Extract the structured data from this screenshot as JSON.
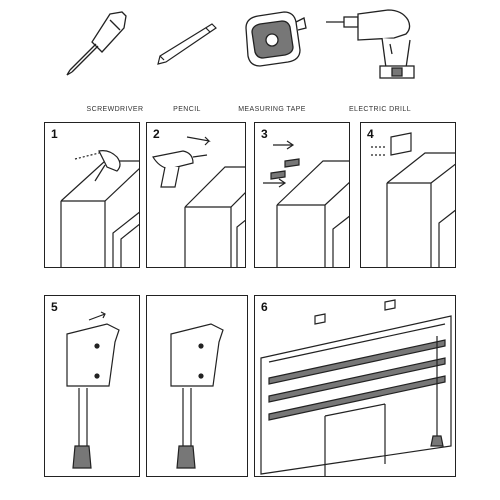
{
  "tools": {
    "screwdriver": "SCREWDRIVER",
    "pencil": "PENCIL",
    "measuring_tape": "MEASURING TAPE",
    "electric_drill": "ELECTRIC DRILL"
  },
  "steps": [
    "1",
    "2",
    "3",
    "4",
    "5",
    "6"
  ],
  "colors": {
    "line": "#222222",
    "fill_gray": "#777777",
    "light_gray": "#bbbbbb"
  }
}
